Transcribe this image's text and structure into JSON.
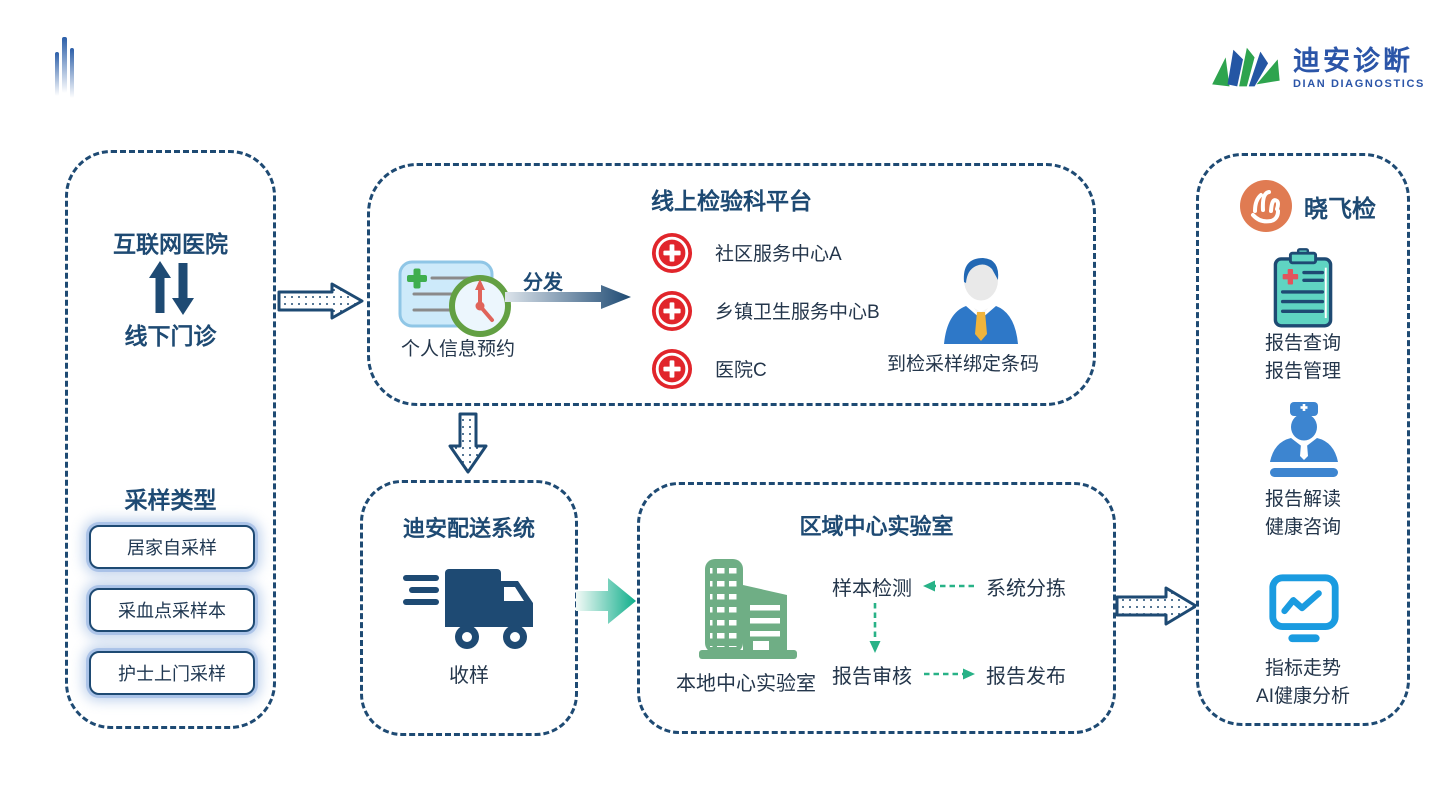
{
  "brand": {
    "logo_cn": "迪安诊断",
    "logo_en": "DIAN DIAGNOSTICS"
  },
  "colors": {
    "navy": "#1e4a73",
    "red": "#e1252b",
    "teal_green": "#0fae8b",
    "flow_green": "#28b287",
    "building_green": "#6fae85",
    "clipboard_teal": "#5fd4c2",
    "doctor_blue": "#3d85d0",
    "monitor_blue": "#1a9be0",
    "brand_orange": "#e07b52",
    "logo_green": "#2ea44e",
    "logo_blue": "#2456a4"
  },
  "left_panel": {
    "online_hospital": "互联网医院",
    "offline_clinic": "线下门诊",
    "sampling_title": "采样类型",
    "sampling_items": [
      "居家自采样",
      "采血点采样本",
      "护士上门采样"
    ]
  },
  "platform_panel": {
    "title": "线上检验科平台",
    "appointment_label": "个人信息预约",
    "distribute_label": "分发",
    "destinations": [
      "社区服务中心A",
      "乡镇卫生服务中心B",
      "医院C"
    ],
    "binding_label": "到检采样绑定条码"
  },
  "delivery_panel": {
    "title": "迪安配送系统",
    "receive_label": "收样"
  },
  "lab_panel": {
    "title": "区域中心实验室",
    "building_label": "本地中心实验室",
    "sample_test": "样本检测",
    "system_sort": "系统分拣",
    "report_review": "报告审核",
    "report_publish": "报告发布"
  },
  "app_panel": {
    "title": "晓飞检",
    "features": [
      {
        "line1": "报告查询",
        "line2": "报告管理"
      },
      {
        "line1": "报告解读",
        "line2": "健康咨询"
      },
      {
        "line1": "指标走势",
        "line2": "AI健康分析"
      }
    ]
  }
}
